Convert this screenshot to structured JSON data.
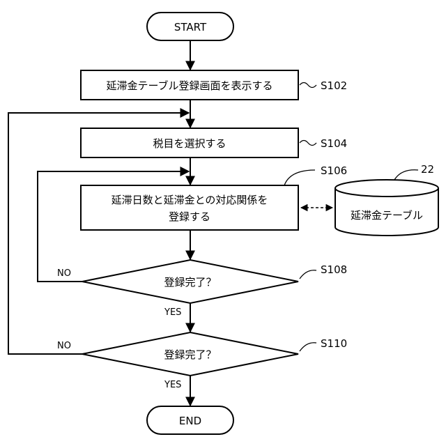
{
  "start": "START",
  "end": "END",
  "step_s102": {
    "text": "延滞金テーブル登録画面を表示する",
    "id": "S102"
  },
  "step_s104": {
    "text": "税目を選択する",
    "id": "S104"
  },
  "step_s106": {
    "line1": "延滞日数と延滞金との対応関係を",
    "line2": "登録する",
    "id": "S106"
  },
  "decision_s108": {
    "text": "登録完了？",
    "id": "S108",
    "no": "NO",
    "yes": "YES"
  },
  "decision_s110": {
    "text": "登録完了？",
    "id": "S110",
    "no": "NO",
    "yes": "YES"
  },
  "database": {
    "label": "延滞金テーブル",
    "ref": "22"
  }
}
